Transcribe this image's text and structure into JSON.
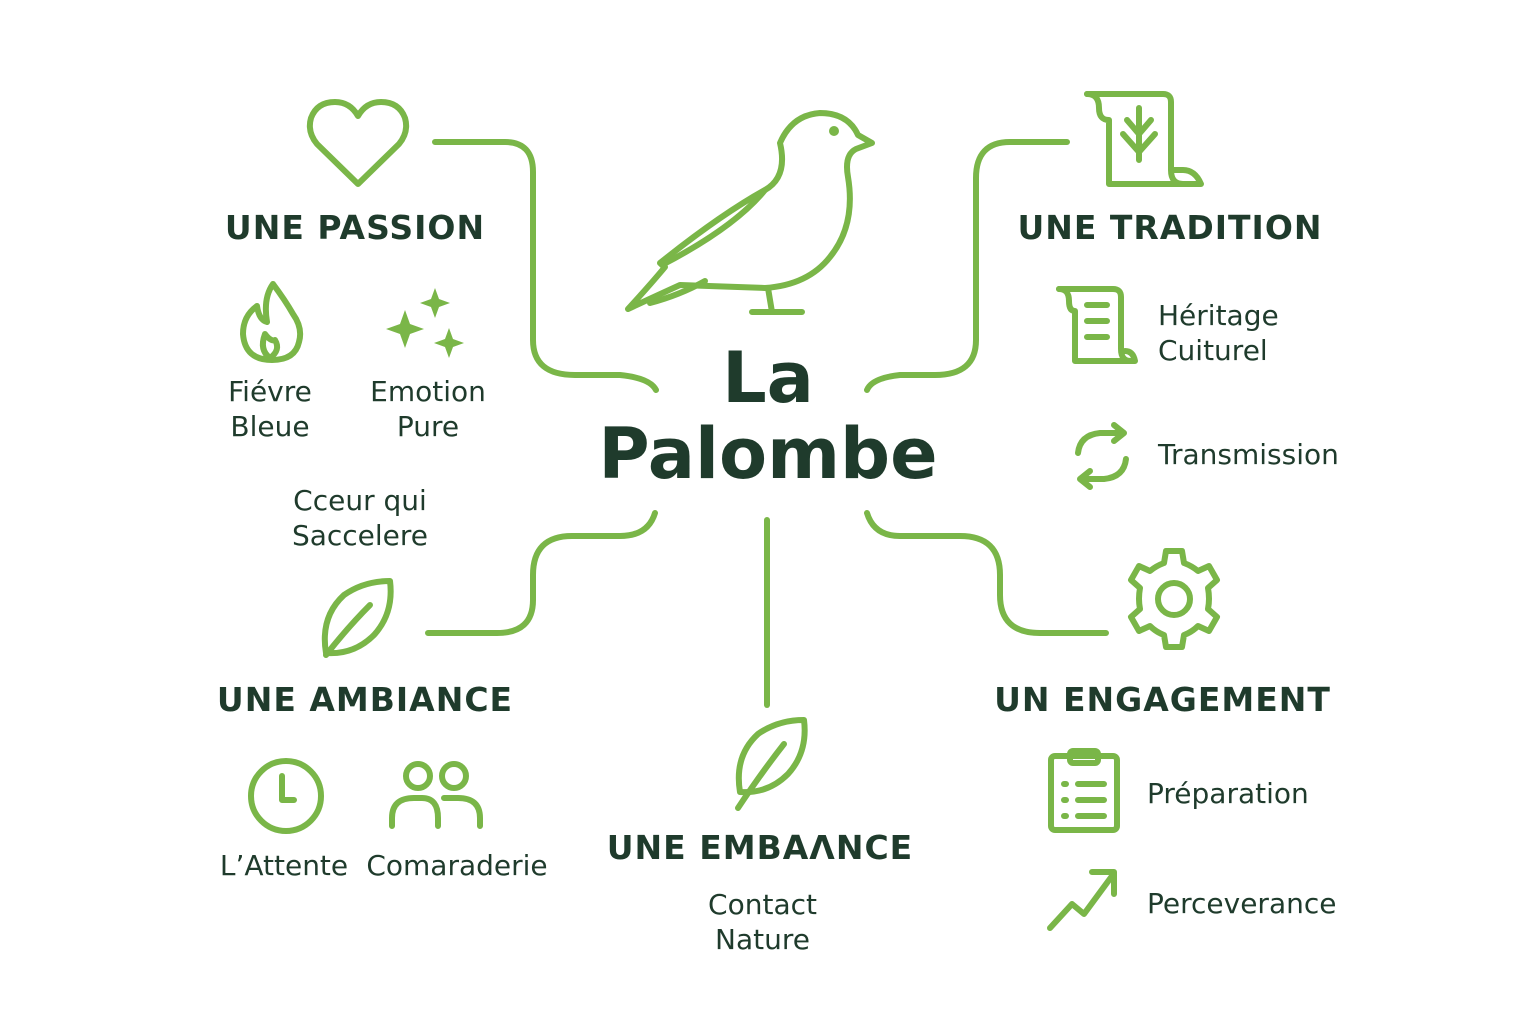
{
  "center": {
    "line1": "La",
    "line2": "Palombe"
  },
  "branches": {
    "passion": {
      "title": "UNE PASSION",
      "items": [
        {
          "line1": "Fiévre",
          "line2": "Bleue",
          "icon": "flame-icon"
        },
        {
          "line1": "Emotion",
          "line2": "Pure",
          "icon": "sparkles-icon"
        },
        {
          "line1": "Cceur qui",
          "line2": "Saccelere"
        }
      ],
      "icon": "heart-icon"
    },
    "tradition": {
      "title": "UNE TRADITION",
      "items": [
        {
          "line1": "Héritage",
          "line2": "Cuiturel",
          "icon": "scroll-list-icon"
        },
        {
          "line1": "Transmission",
          "icon": "refresh-icon"
        }
      ],
      "icon": "scroll-arrow-icon"
    },
    "ambiance": {
      "title": "UNE AMBIANCE",
      "items": [
        {
          "line1": "L’Attente",
          "icon": "clock-icon"
        },
        {
          "line1": "Comaraderie",
          "icon": "people-icon"
        }
      ],
      "icon": "leaf-icon"
    },
    "embance": {
      "title": "UNE EMBAΛNCE",
      "items": [
        {
          "line1": "Contact",
          "line2": "Nature"
        }
      ],
      "icon": "leaf-icon"
    },
    "engagement": {
      "title": "UN ENGAGEMENT",
      "items": [
        {
          "line1": "Préparation",
          "icon": "clipboard-icon"
        },
        {
          "line1": "Perceverance",
          "icon": "trending-up-icon"
        }
      ],
      "icon": "gear-icon"
    }
  },
  "colors": {
    "accent": "#7ab648",
    "text": "#1f3b2c",
    "background": "#ffffff"
  }
}
